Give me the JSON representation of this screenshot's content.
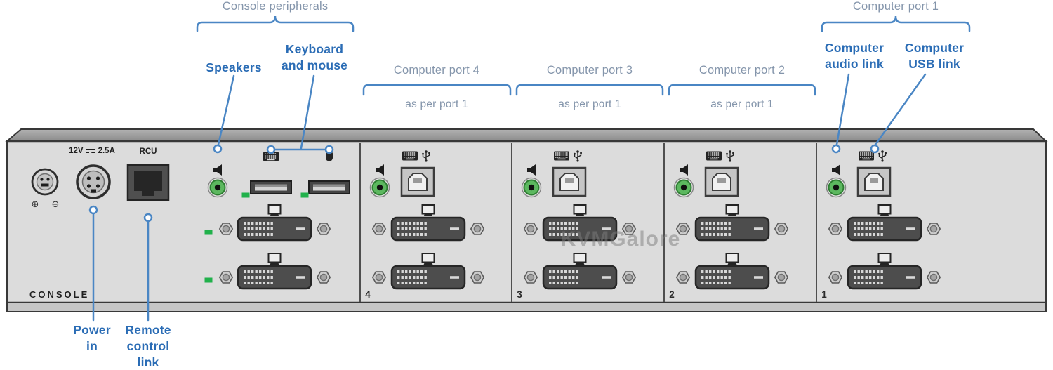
{
  "diagram": {
    "watermark": "KVMGalore"
  },
  "annotations": {
    "console_peripherals": "Console peripherals",
    "speakers": "Speakers",
    "keyboard_and_mouse": "Keyboard\nand mouse",
    "computer_port_4": "Computer port 4",
    "computer_port_3": "Computer port 3",
    "computer_port_2": "Computer port 2",
    "computer_port_1": "Computer port 1",
    "as_per_port_1": "as per port 1",
    "computer_audio_link": "Computer\naudio link",
    "computer_usb_link": "Computer\nUSB link",
    "power_in": "Power\nin",
    "remote_control_link": "Remote\ncontrol\nlink"
  },
  "panel": {
    "power_voltage": "12V",
    "power_current": "2.5A",
    "polarity_plus": "⊕",
    "polarity_minus": "⊖",
    "rcu": "RCU",
    "console": "CONSOLE",
    "port_numbers": [
      "4",
      "3",
      "2",
      "1"
    ]
  },
  "colors": {
    "label_blue": "#2a6cb5",
    "label_gray": "#8495ab",
    "leader_blue": "#4a86c4",
    "led_green": "#21b14b",
    "audio_jack_green": "#5cb85f",
    "panel_gray": "#dcdcdc"
  },
  "icons": {
    "speaker-icon": "filled speaker glyph",
    "keyboard-icon": "keyboard with key dots",
    "mouse-icon": "mouse with scroll line",
    "usb-icon": "USB trident",
    "monitor-icon": "display with stand",
    "dc-symbol-icon": "solid line over dashed line"
  }
}
